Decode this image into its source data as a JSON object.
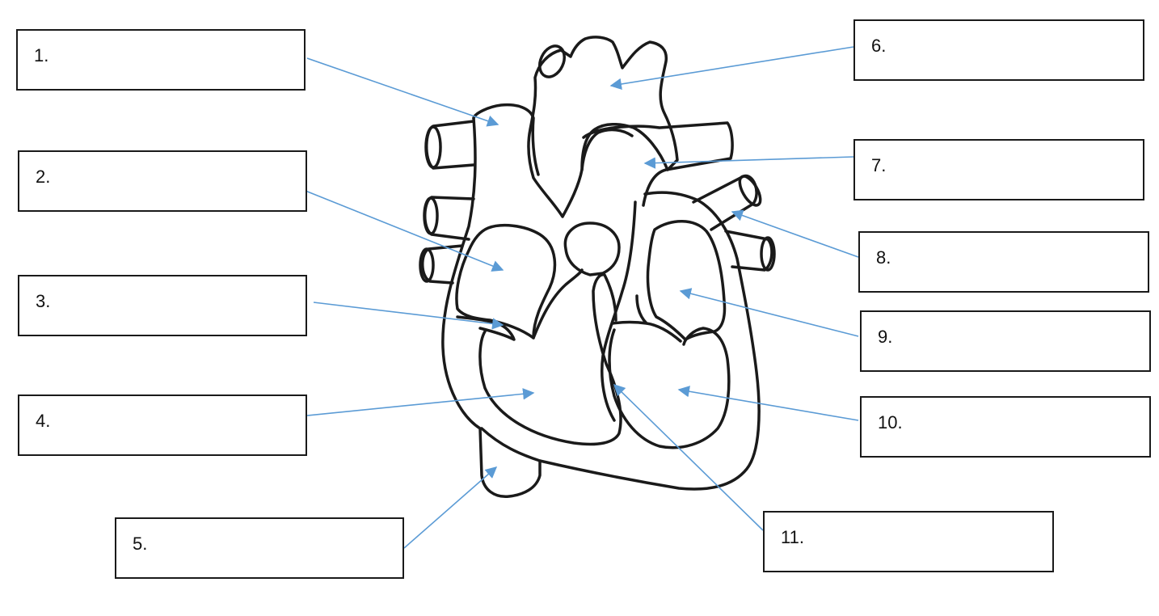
{
  "diagram": {
    "labels": [
      "1.",
      "2.",
      "3.",
      "4.",
      "5.",
      "6.",
      "7.",
      "8.",
      "9.",
      "10.",
      "11."
    ],
    "colors": {
      "outline": "#1a1a1a",
      "leader_line": "#5b9bd5",
      "background": "#ffffff"
    }
  }
}
